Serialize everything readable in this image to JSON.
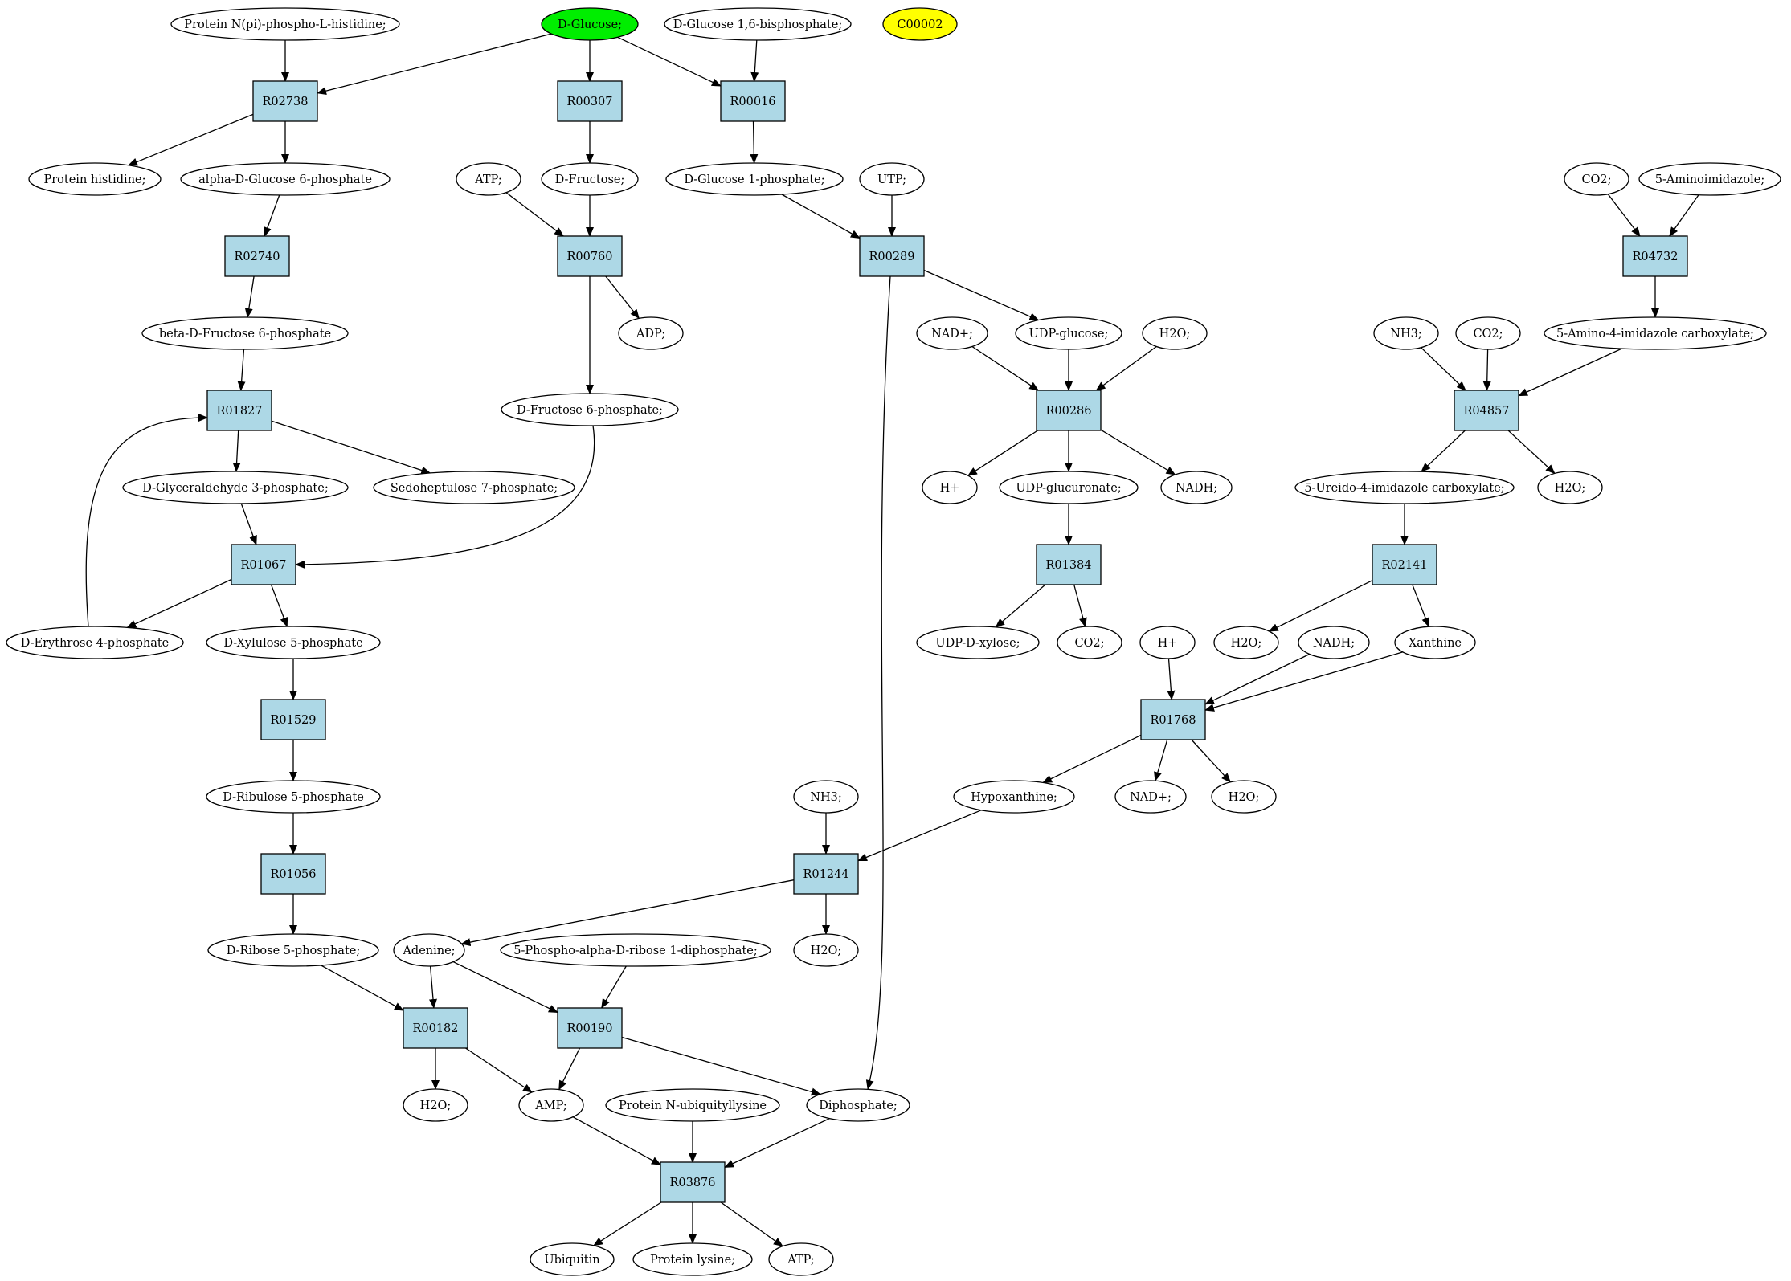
{
  "diagram": {
    "compounds": [
      {
        "id": "c_protein_nphospho",
        "label": "Protein N(pi)-phospho-L-histidine;"
      },
      {
        "id": "c_dglucose",
        "label": "D-Glucose;",
        "role": "start"
      },
      {
        "id": "c_dglucose16bp",
        "label": "D-Glucose 1,6-bisphosphate;"
      },
      {
        "id": "c_c00002",
        "label": "C00002",
        "role": "target"
      },
      {
        "id": "c_protein_histidine",
        "label": "Protein histidine;"
      },
      {
        "id": "c_aglc6p",
        "label": "alpha-D-Glucose 6-phosphate"
      },
      {
        "id": "c_atp1",
        "label": "ATP;"
      },
      {
        "id": "c_dfructose",
        "label": "D-Fructose;"
      },
      {
        "id": "c_dglc1p",
        "label": "D-Glucose 1-phosphate;"
      },
      {
        "id": "c_utp",
        "label": "UTP;"
      },
      {
        "id": "c_co2a",
        "label": "CO2;"
      },
      {
        "id": "c_5aminoimidazole",
        "label": "5-Aminoimidazole;"
      },
      {
        "id": "c_bdf6p",
        "label": "beta-D-Fructose 6-phosphate"
      },
      {
        "id": "c_adp",
        "label": "ADP;"
      },
      {
        "id": "c_nadplus1",
        "label": "NAD+;"
      },
      {
        "id": "c_udpglucose",
        "label": "UDP-glucose;"
      },
      {
        "id": "c_h2o1",
        "label": "H2O;"
      },
      {
        "id": "c_nh3a",
        "label": "NH3;"
      },
      {
        "id": "c_co2b",
        "label": "CO2;"
      },
      {
        "id": "c_5a4icarb",
        "label": "5-Amino-4-imidazole carboxylate;"
      },
      {
        "id": "c_df6p",
        "label": "D-Fructose 6-phosphate;"
      },
      {
        "id": "c_g3p",
        "label": "D-Glyceraldehyde 3-phosphate;"
      },
      {
        "id": "c_s7p",
        "label": "Sedoheptulose 7-phosphate;"
      },
      {
        "id": "c_hplus1",
        "label": "H+"
      },
      {
        "id": "c_udpglucuronate",
        "label": "UDP-glucuronate;"
      },
      {
        "id": "c_nadh1",
        "label": "NADH;"
      },
      {
        "id": "c_5u4icarb",
        "label": "5-Ureido-4-imidazole carboxylate;"
      },
      {
        "id": "c_h2o2",
        "label": "H2O;"
      },
      {
        "id": "c_de4p",
        "label": "D-Erythrose 4-phosphate"
      },
      {
        "id": "c_dx5p",
        "label": "D-Xylulose 5-phosphate"
      },
      {
        "id": "c_udpxylose",
        "label": "UDP-D-xylose;"
      },
      {
        "id": "c_co2c",
        "label": "CO2;"
      },
      {
        "id": "c_hplus2",
        "label": "H+"
      },
      {
        "id": "c_h2o3",
        "label": "H2O;"
      },
      {
        "id": "c_nadh2",
        "label": "NADH;"
      },
      {
        "id": "c_xanthine",
        "label": "Xanthine"
      },
      {
        "id": "c_dr5p",
        "label": "D-Ribulose 5-phosphate"
      },
      {
        "id": "c_nh3b",
        "label": "NH3;"
      },
      {
        "id": "c_hypoxanthine",
        "label": "Hypoxanthine;"
      },
      {
        "id": "c_nadplus2",
        "label": "NAD+;"
      },
      {
        "id": "c_h2o4",
        "label": "H2O;"
      },
      {
        "id": "c_drib5p",
        "label": "D-Ribose 5-phosphate;"
      },
      {
        "id": "c_adenine",
        "label": "Adenine;"
      },
      {
        "id": "c_prpp",
        "label": "5-Phospho-alpha-D-ribose 1-diphosphate;"
      },
      {
        "id": "c_h2o5",
        "label": "H2O;"
      },
      {
        "id": "c_h2o6",
        "label": "H2O;"
      },
      {
        "id": "c_amp",
        "label": "AMP;"
      },
      {
        "id": "c_protubiq",
        "label": "Protein N-ubiquityllysine"
      },
      {
        "id": "c_diphosphate",
        "label": "Diphosphate;"
      },
      {
        "id": "c_ubiquitin",
        "label": "Ubiquitin"
      },
      {
        "id": "c_protlysine",
        "label": "Protein lysine;"
      },
      {
        "id": "c_atp2",
        "label": "ATP;"
      }
    ],
    "reactions": [
      {
        "id": "r_R02738",
        "label": "R02738"
      },
      {
        "id": "r_R00307",
        "label": "R00307"
      },
      {
        "id": "r_R00016",
        "label": "R00016"
      },
      {
        "id": "r_R02740",
        "label": "R02740"
      },
      {
        "id": "r_R00760",
        "label": "R00760"
      },
      {
        "id": "r_R00289",
        "label": "R00289"
      },
      {
        "id": "r_R04732",
        "label": "R04732"
      },
      {
        "id": "r_R01827",
        "label": "R01827"
      },
      {
        "id": "r_R00286",
        "label": "R00286"
      },
      {
        "id": "r_R04857",
        "label": "R04857"
      },
      {
        "id": "r_R01067",
        "label": "R01067"
      },
      {
        "id": "r_R01384",
        "label": "R01384"
      },
      {
        "id": "r_R02141",
        "label": "R02141"
      },
      {
        "id": "r_R01529",
        "label": "R01529"
      },
      {
        "id": "r_R01768",
        "label": "R01768"
      },
      {
        "id": "r_R01056",
        "label": "R01056"
      },
      {
        "id": "r_R01244",
        "label": "R01244"
      },
      {
        "id": "r_R00182",
        "label": "R00182"
      },
      {
        "id": "r_R00190",
        "label": "R00190"
      },
      {
        "id": "r_R03876",
        "label": "R03876"
      }
    ],
    "edges": [
      [
        "c_protein_nphospho",
        "r_R02738"
      ],
      [
        "c_dglucose",
        "r_R02738"
      ],
      [
        "c_dglucose",
        "r_R00307"
      ],
      [
        "c_dglucose",
        "r_R00016"
      ],
      [
        "c_dglucose16bp",
        "r_R00016"
      ],
      [
        "r_R02738",
        "c_protein_histidine"
      ],
      [
        "r_R02738",
        "c_aglc6p"
      ],
      [
        "r_R00307",
        "c_dfructose"
      ],
      [
        "r_R00016",
        "c_dglc1p"
      ],
      [
        "c_aglc6p",
        "r_R02740"
      ],
      [
        "c_atp1",
        "r_R00760"
      ],
      [
        "c_dfructose",
        "r_R00760"
      ],
      [
        "c_dglc1p",
        "r_R00289"
      ],
      [
        "c_utp",
        "r_R00289"
      ],
      [
        "c_co2a",
        "r_R04732"
      ],
      [
        "c_5aminoimidazole",
        "r_R04732"
      ],
      [
        "r_R02740",
        "c_bdf6p"
      ],
      [
        "r_R00760",
        "c_adp"
      ],
      [
        "r_R00760",
        "c_df6p"
      ],
      [
        "r_R00289",
        "c_udpglucose"
      ],
      [
        "r_R00289",
        "c_diphosphate"
      ],
      [
        "r_R04732",
        "c_5a4icarb"
      ],
      [
        "c_bdf6p",
        "r_R01827"
      ],
      [
        "c_de4p",
        "r_R01827"
      ],
      [
        "c_nadplus1",
        "r_R00286"
      ],
      [
        "c_udpglucose",
        "r_R00286"
      ],
      [
        "c_h2o1",
        "r_R00286"
      ],
      [
        "c_nh3a",
        "r_R04857"
      ],
      [
        "c_co2b",
        "r_R04857"
      ],
      [
        "c_5a4icarb",
        "r_R04857"
      ],
      [
        "r_R01827",
        "c_g3p"
      ],
      [
        "r_R01827",
        "c_s7p"
      ],
      [
        "r_R00286",
        "c_hplus1"
      ],
      [
        "r_R00286",
        "c_udpglucuronate"
      ],
      [
        "r_R00286",
        "c_nadh1"
      ],
      [
        "r_R04857",
        "c_5u4icarb"
      ],
      [
        "r_R04857",
        "c_h2o2"
      ],
      [
        "c_g3p",
        "r_R01067"
      ],
      [
        "c_df6p",
        "r_R01067"
      ],
      [
        "c_udpglucuronate",
        "r_R01384"
      ],
      [
        "c_5u4icarb",
        "r_R02141"
      ],
      [
        "r_R01067",
        "c_de4p"
      ],
      [
        "r_R01067",
        "c_dx5p"
      ],
      [
        "r_R01384",
        "c_udpxylose"
      ],
      [
        "r_R01384",
        "c_co2c"
      ],
      [
        "r_R02141",
        "c_h2o3"
      ],
      [
        "r_R02141",
        "c_xanthine"
      ],
      [
        "c_dx5p",
        "r_R01529"
      ],
      [
        "c_hplus2",
        "r_R01768"
      ],
      [
        "c_nadh2",
        "r_R01768"
      ],
      [
        "c_xanthine",
        "r_R01768"
      ],
      [
        "r_R01529",
        "c_dr5p"
      ],
      [
        "r_R01768",
        "c_hypoxanthine"
      ],
      [
        "r_R01768",
        "c_nadplus2"
      ],
      [
        "r_R01768",
        "c_h2o4"
      ],
      [
        "c_dr5p",
        "r_R01056"
      ],
      [
        "c_nh3b",
        "r_R01244"
      ],
      [
        "c_hypoxanthine",
        "r_R01244"
      ],
      [
        "r_R01056",
        "c_drib5p"
      ],
      [
        "r_R01244",
        "c_adenine"
      ],
      [
        "r_R01244",
        "c_h2o5"
      ],
      [
        "c_drib5p",
        "r_R00182"
      ],
      [
        "c_adenine",
        "r_R00182"
      ],
      [
        "c_adenine",
        "r_R00190"
      ],
      [
        "c_prpp",
        "r_R00190"
      ],
      [
        "r_R00182",
        "c_h2o6"
      ],
      [
        "r_R00182",
        "c_amp"
      ],
      [
        "r_R00190",
        "c_amp"
      ],
      [
        "r_R00190",
        "c_diphosphate"
      ],
      [
        "c_amp",
        "r_R03876"
      ],
      [
        "c_protubiq",
        "r_R03876"
      ],
      [
        "c_diphosphate",
        "r_R03876"
      ],
      [
        "r_R03876",
        "c_ubiquitin"
      ],
      [
        "r_R03876",
        "c_protlysine"
      ],
      [
        "r_R03876",
        "c_atp2"
      ]
    ],
    "colors": {
      "start_fill": "#00ee00",
      "target_fill": "#ffff00",
      "reaction_fill": "#add8e6",
      "compound_fill": "#ffffff",
      "stroke": "#000000"
    }
  }
}
